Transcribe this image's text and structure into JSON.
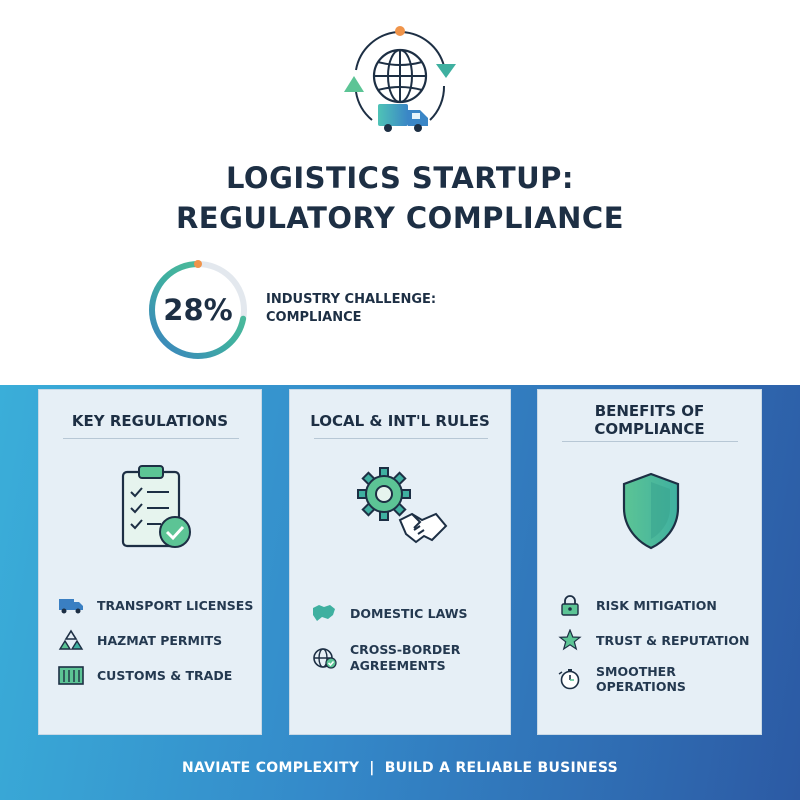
{
  "title": {
    "line1": "LOGISTICS STARTUP:",
    "line2": "REGULATORY COMPLIANCE"
  },
  "stat": {
    "value": "28%",
    "fraction": 0.28,
    "label_line1": "INDUSTRY CHALLENGE:",
    "label_line2": "COMPLIANCE"
  },
  "cards": [
    {
      "title": "KEY REGULATIONS",
      "icon": "clipboard-check-icon",
      "items": [
        {
          "icon": "truck-icon",
          "label": "TRANSPORT LICENSES"
        },
        {
          "icon": "hazmat-icon",
          "label": "HAZMAT PERMITS"
        },
        {
          "icon": "container-icon",
          "label": "CUSTOMS & TRADE"
        }
      ]
    },
    {
      "title": "LOCAL & INT'L RULES",
      "icon": "gear-handshake-icon",
      "items": [
        {
          "icon": "map-icon",
          "label": "DOMESTIC LAWS"
        },
        {
          "icon": "globe-check-icon",
          "label_line1": "CROSS-BORDER",
          "label_line2": "AGREEMENTS"
        }
      ]
    },
    {
      "title_line1": "BENEFITS OF",
      "title_line2": "COMPLIANCE",
      "icon": "shield-icon",
      "items": [
        {
          "icon": "lock-icon",
          "label": "RISK MITIGATION"
        },
        {
          "icon": "star-icon",
          "label": "TRUST & REPUTATION"
        },
        {
          "icon": "stopwatch-icon",
          "label": "SMOOTHER OPERATIONS"
        }
      ]
    }
  ],
  "footer": {
    "left": "NAVIATE COMPLEXITY",
    "separator": "|",
    "right": "BUILD A RELIABLE BUSINESS"
  },
  "colors": {
    "navy": "#1d2f44",
    "green": "#5cc495",
    "teal": "#3fb0a0",
    "blue": "#3a7fc2",
    "orange": "#f0944a",
    "card_bg": "#e6eff6"
  }
}
